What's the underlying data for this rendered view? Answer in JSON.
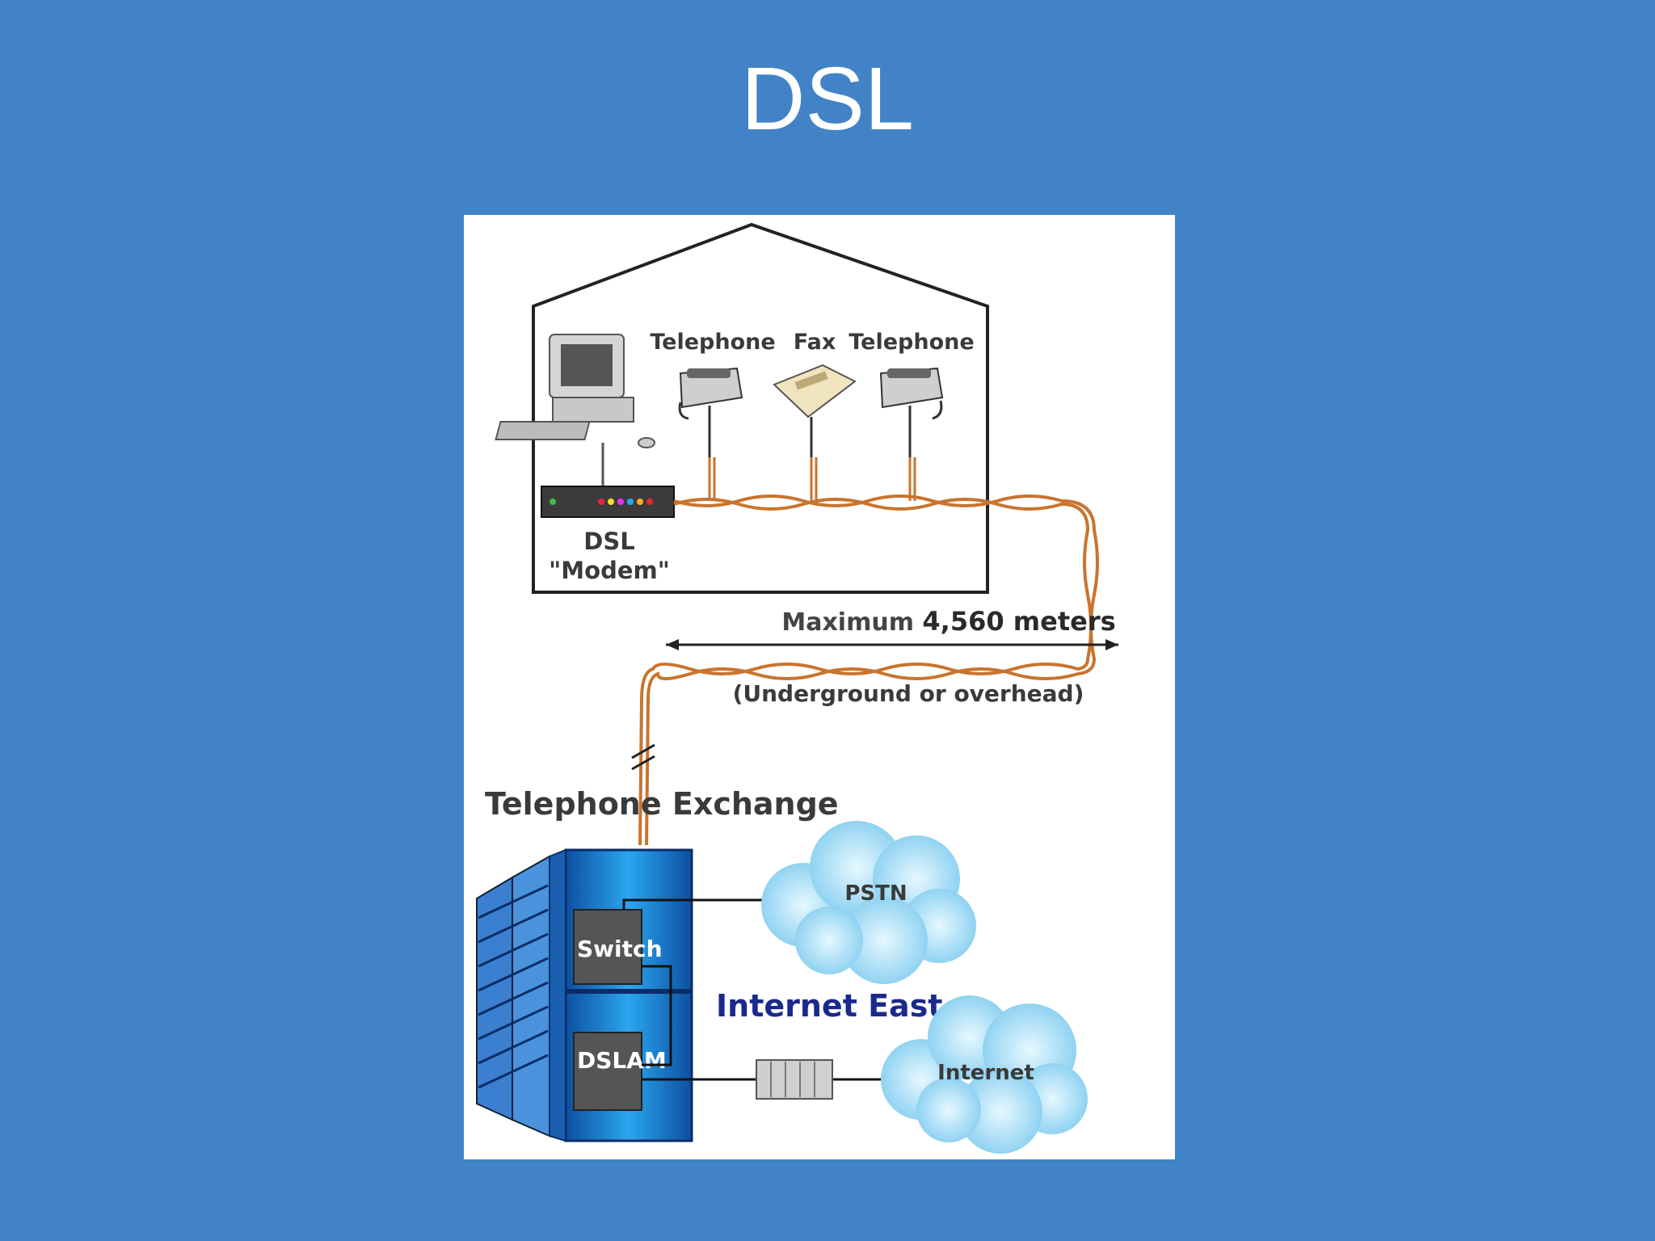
{
  "slide": {
    "title": "DSL"
  },
  "house": {
    "device_labels": [
      "Telephone",
      "Fax",
      "Telephone"
    ],
    "modem_label_line1": "DSL",
    "modem_label_line2": "\"Modem\""
  },
  "line": {
    "distance_prefix": "Maximum",
    "distance_value": "4,560 meters",
    "note": "(Underground or overhead)"
  },
  "exchange": {
    "title": "Telephone Exchange",
    "switch_label": "Switch",
    "dslam_label": "DSLAM"
  },
  "clouds": {
    "pstn": "PSTN",
    "internet_heading": "Internet East",
    "internet": "Internet"
  },
  "colors": {
    "background": "#4183c6",
    "wire": "#c8742f",
    "cloud": "#8fd3f1",
    "rack": "#1b8fe0",
    "heading_blue": "#1a2a8c"
  }
}
